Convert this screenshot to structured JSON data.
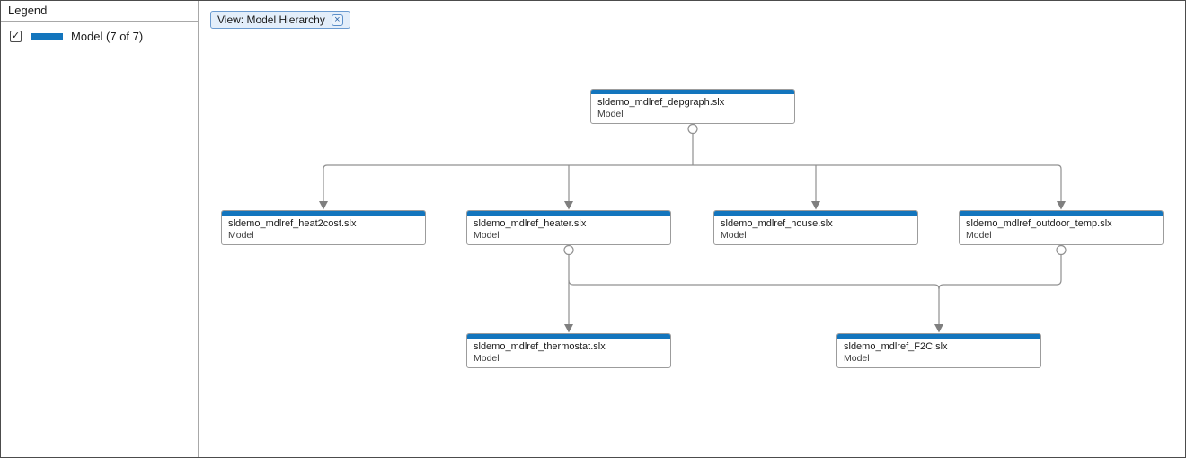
{
  "colors": {
    "accent_blue": "#1375bd",
    "edge_gray": "#909090",
    "badge_bg": "#e3eefa",
    "badge_border": "#6b9bd0"
  },
  "legend": {
    "title": "Legend",
    "items": [
      {
        "label": "Model (7 of 7)",
        "checked": true,
        "check_glyph": "✓",
        "swatch_color": "#1375bd"
      }
    ]
  },
  "toolbar": {
    "view_badge_label": "View: Model Hierarchy",
    "close_icon": "×"
  },
  "graph": {
    "nodes": [
      {
        "id": "depgraph",
        "title": "sldemo_mdlref_depgraph.slx",
        "type": "Model"
      },
      {
        "id": "heat2cost",
        "title": "sldemo_mdlref_heat2cost.slx",
        "type": "Model"
      },
      {
        "id": "heater",
        "title": "sldemo_mdlref_heater.slx",
        "type": "Model"
      },
      {
        "id": "house",
        "title": "sldemo_mdlref_house.slx",
        "type": "Model"
      },
      {
        "id": "outdoor_temp",
        "title": "sldemo_mdlref_outdoor_temp.slx",
        "type": "Model"
      },
      {
        "id": "thermostat",
        "title": "sldemo_mdlref_thermostat.slx",
        "type": "Model"
      },
      {
        "id": "F2C",
        "title": "sldemo_mdlref_F2C.slx",
        "type": "Model"
      }
    ],
    "edges": [
      {
        "from": "depgraph",
        "to": "heat2cost"
      },
      {
        "from": "depgraph",
        "to": "heater"
      },
      {
        "from": "depgraph",
        "to": "house"
      },
      {
        "from": "depgraph",
        "to": "outdoor_temp"
      },
      {
        "from": "heater",
        "to": "thermostat"
      },
      {
        "from": "heater",
        "to": "F2C"
      },
      {
        "from": "outdoor_temp",
        "to": "F2C"
      }
    ]
  }
}
